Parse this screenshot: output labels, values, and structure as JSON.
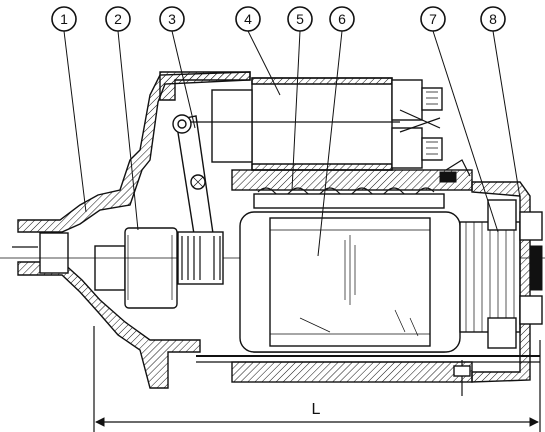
{
  "callouts": [
    "1",
    "2",
    "3",
    "4",
    "5",
    "6",
    "7",
    "8"
  ],
  "dimension_label": "L"
}
